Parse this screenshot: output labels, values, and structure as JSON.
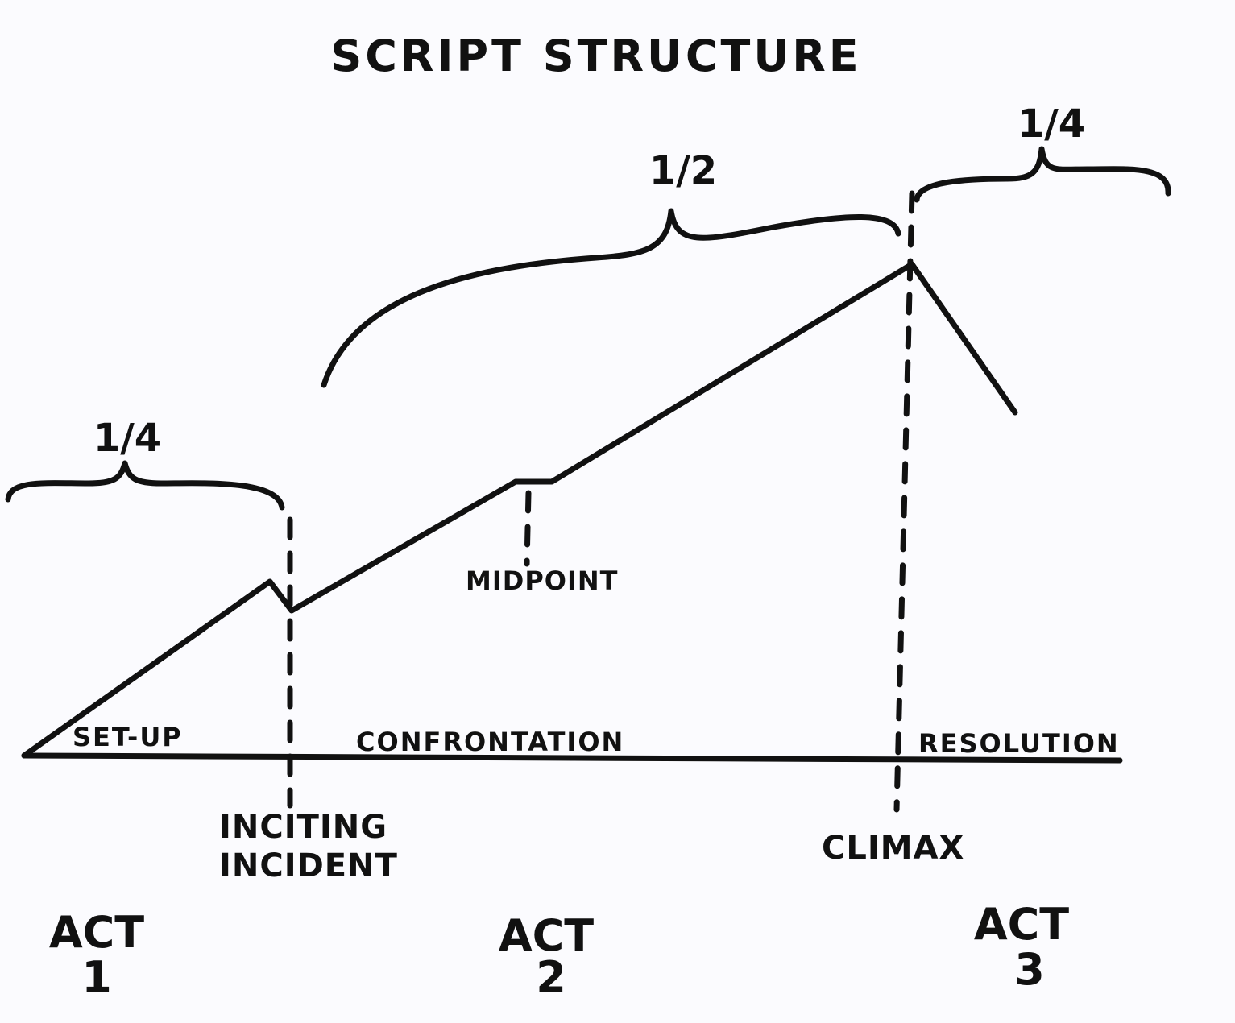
{
  "title": "SCRIPT STRUCTURE",
  "fractions": {
    "act1": "1/4",
    "act2": "1/2",
    "act3": "1/4"
  },
  "segments": {
    "setup": "SET-UP",
    "confrontation": "CONFRONTATION",
    "resolution": "RESOLUTION"
  },
  "points": {
    "inciting_line1": "INCITING",
    "inciting_line2": "INCIDENT",
    "midpoint": "MIDPOINT",
    "climax": "CLIMAX"
  },
  "acts": [
    {
      "label": "ACT",
      "number": "1"
    },
    {
      "label": "ACT",
      "number": "2"
    },
    {
      "label": "ACT",
      "number": "3"
    }
  ]
}
